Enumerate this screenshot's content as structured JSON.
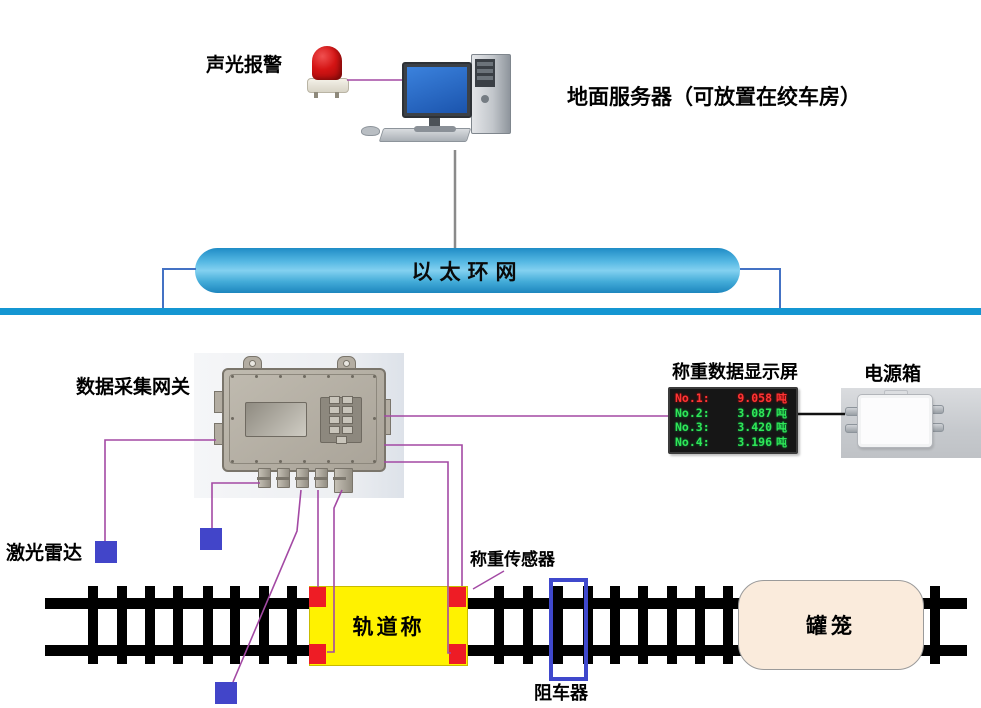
{
  "diagram": {
    "alarm": {
      "label": "声光报警"
    },
    "server": {
      "label": "地面服务器（可放置在绞车房）"
    },
    "network": {
      "label": "以太环网"
    },
    "gateway": {
      "label": "数据采集网关"
    },
    "display": {
      "label": "称重数据显示屏",
      "rows": [
        {
          "no": "No.1:",
          "value": "9.058",
          "unit": "吨"
        },
        {
          "no": "No.2:",
          "value": "3.087",
          "unit": "吨"
        },
        {
          "no": "No.3:",
          "value": "3.420",
          "unit": "吨"
        },
        {
          "no": "No.4:",
          "value": "3.196",
          "unit": "吨"
        }
      ]
    },
    "power_box": {
      "label": "电源箱"
    },
    "lidar": {
      "label": "激光雷达"
    },
    "load_sensor": {
      "label": "称重传感器"
    },
    "track_scale": {
      "label": "轨道称"
    },
    "car_stopper": {
      "label": "阻车器"
    },
    "cage": {
      "label": "罐笼"
    }
  },
  "colors": {
    "alarm_red": "#d41414",
    "ring_blue": "#43abd8",
    "backbone_blue": "#1496d2",
    "wire_purple": "#a349a4",
    "connector_blue": "#4472c4",
    "scale_yellow": "#fff200",
    "sensor_red": "#ee1c25",
    "lidar_blue": "#4245c9",
    "stopper_blue": "#3f48cc",
    "cage_pink": "#faebdc",
    "led_red": "#ff3434",
    "led_green": "#30e658"
  }
}
